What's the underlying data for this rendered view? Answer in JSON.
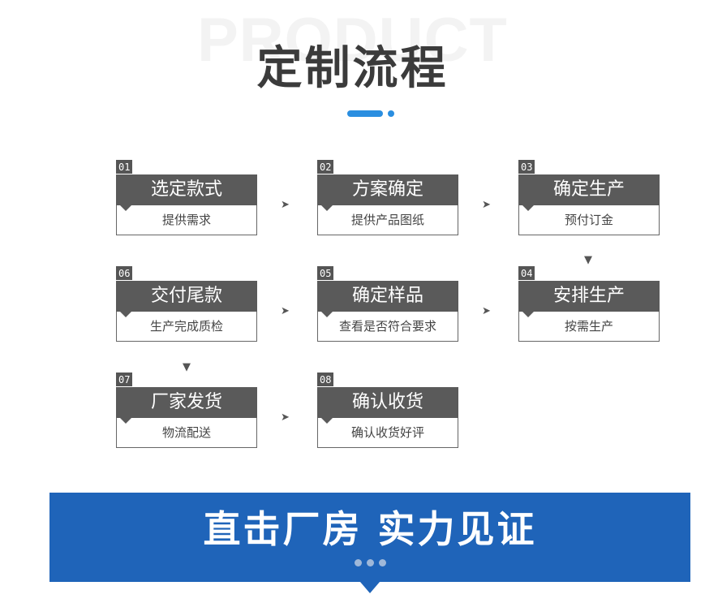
{
  "header": {
    "watermark": "PRODUCT",
    "title": "定制流程"
  },
  "steps": [
    {
      "num": "01",
      "title": "选定款式",
      "sub": "提供需求"
    },
    {
      "num": "02",
      "title": "方案确定",
      "sub": "提供产品图纸"
    },
    {
      "num": "03",
      "title": "确定生产",
      "sub": "预付订金"
    },
    {
      "num": "04",
      "title": "安排生产",
      "sub": "按需生产"
    },
    {
      "num": "05",
      "title": "确定样品",
      "sub": "查看是否符合要求"
    },
    {
      "num": "06",
      "title": "交付尾款",
      "sub": "生产完成质检"
    },
    {
      "num": "07",
      "title": "厂家发货",
      "sub": "物流配送"
    },
    {
      "num": "08",
      "title": "确认收货",
      "sub": "确认收货好评"
    }
  ],
  "icons": {
    "right_arrow": "➤",
    "down_arrow": "▼"
  },
  "banner": {
    "text": "直击厂房 实力见证"
  },
  "colors": {
    "step_header": "#5a5a5a",
    "accent": "#2a8ee0",
    "banner": "#1f64b9"
  }
}
